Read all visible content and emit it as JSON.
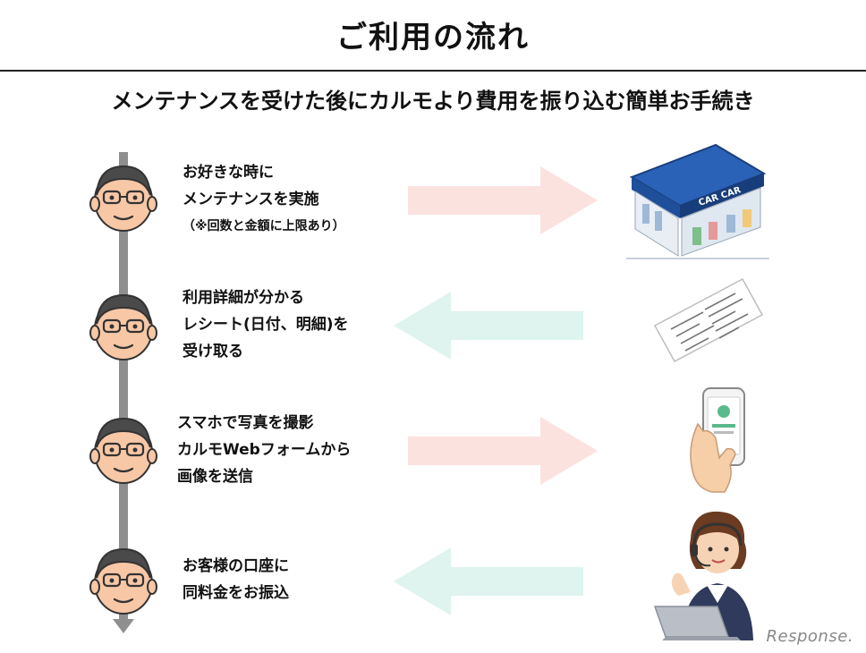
{
  "title": "ご利用の流れ",
  "subtitle": "メンテナンスを受けた後にカルモより費用を振り込む簡単お手続き",
  "steps": [
    {
      "lines": [
        "お好きな時に",
        "メンテナンスを実施"
      ],
      "note": "（※回数と金額に上限あり）",
      "direction": "right",
      "illustration": "car-shop-illustration",
      "illustration_text": "CAR CAR"
    },
    {
      "lines": [
        "利用詳細が分かる",
        "レシート(日付、明細)を",
        "受け取る"
      ],
      "direction": "left",
      "illustration": "receipt-illustration"
    },
    {
      "lines": [
        "スマホで写真を撮影",
        "カルモWebフォームから",
        "画像を送信"
      ],
      "direction": "right",
      "illustration": "smartphone-illustration"
    },
    {
      "lines": [
        "お客様の口座に",
        "同料金をお振込"
      ],
      "direction": "left",
      "illustration": "operator-illustration"
    }
  ],
  "colors": {
    "right_arrow": "#fbe2df",
    "left_arrow": "#dff3ef",
    "timeline": "#8f8f8f",
    "avatar_skin": "#f7c7a6",
    "avatar_hair": "#4a4a4a",
    "shop_roof": "#1f4f9a"
  },
  "watermark": "Response."
}
